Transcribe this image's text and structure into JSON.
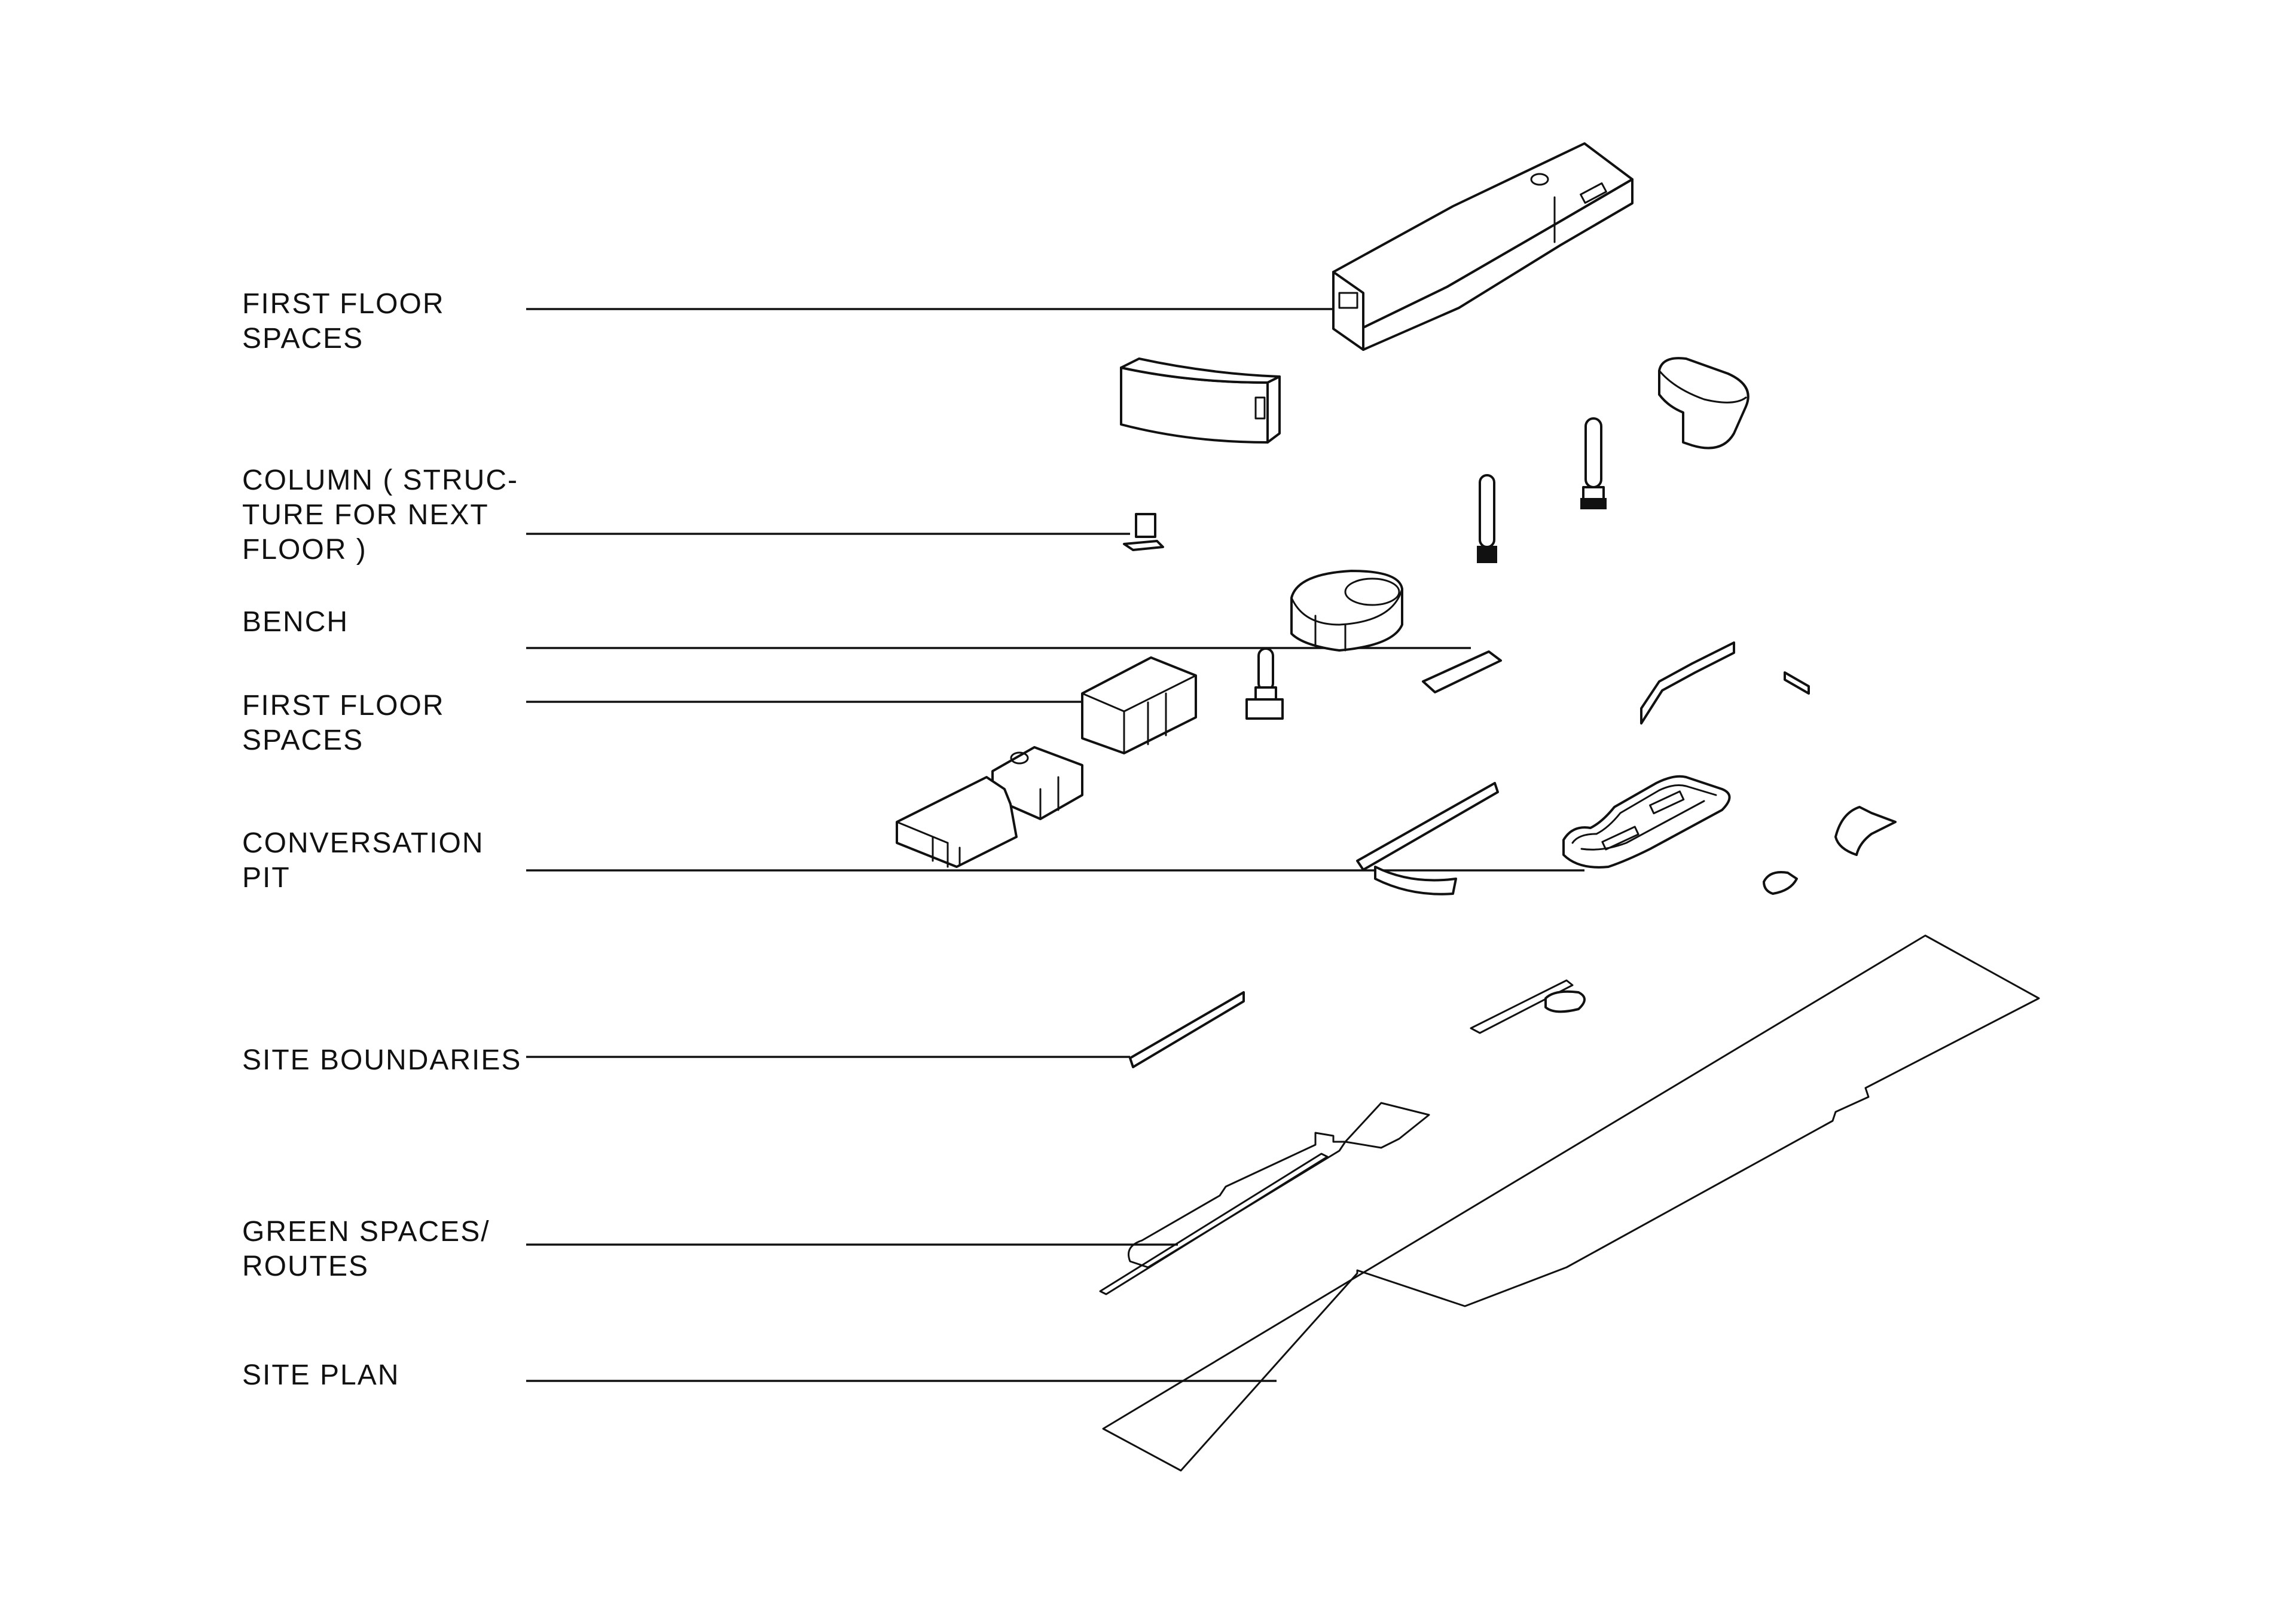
{
  "diagram": {
    "labels": [
      {
        "id": "first-floor-spaces-top",
        "lines": [
          "FIRST FLOOR",
          "SPACES"
        ]
      },
      {
        "id": "column",
        "lines": [
          "COLUMN ( STRUC-",
          "TURE FOR NEXT",
          "FLOOR )"
        ]
      },
      {
        "id": "bench",
        "lines": [
          "BENCH"
        ]
      },
      {
        "id": "first-floor-spaces-mid",
        "lines": [
          "FIRST FLOOR",
          "SPACES"
        ]
      },
      {
        "id": "conversation-pit",
        "lines": [
          "CONVERSATION",
          "PIT"
        ]
      },
      {
        "id": "site-boundaries",
        "lines": [
          "SITE BOUNDARIES"
        ]
      },
      {
        "id": "green-spaces",
        "lines": [
          "GREEN SPACES/",
          "ROUTES"
        ]
      },
      {
        "id": "site-plan",
        "lines": [
          "SITE PLAN"
        ]
      }
    ]
  }
}
